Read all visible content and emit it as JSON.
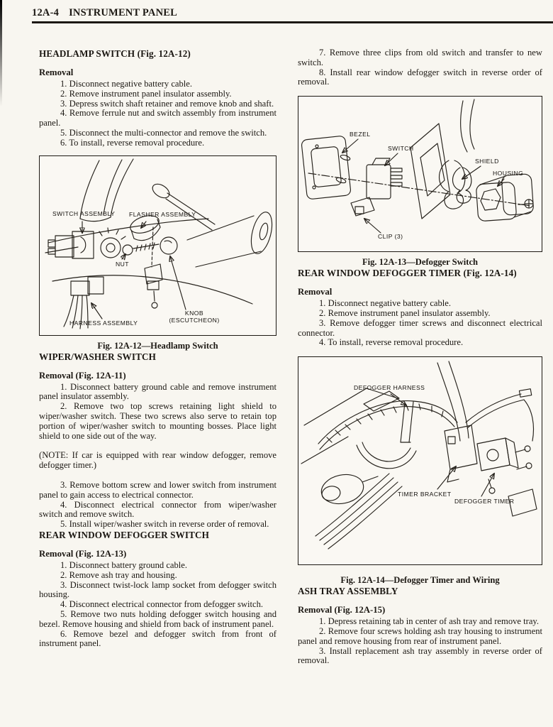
{
  "page": {
    "code": "12A-4",
    "title": "INSTRUMENT PANEL"
  },
  "left": {
    "headlamp": {
      "heading": "HEADLAMP SWITCH (Fig. 12A-12)",
      "removal_heading": "Removal",
      "steps": [
        "1. Disconnect negative battery cable.",
        "2. Remove instrument panel insulator assembly.",
        "3. Depress switch shaft retainer and remove knob and shaft.",
        "4. Remove ferrule nut and switch assembly from instrument panel.",
        "5. Disconnect the multi-connector and remove the switch.",
        "6. To install, reverse removal procedure."
      ]
    },
    "wiper": {
      "heading": "WIPER/WASHER SWITCH",
      "removal_heading": "Removal (Fig. 12A-11)",
      "steps_a": [
        "1. Disconnect battery ground cable and remove instrument panel insulator assembly.",
        "2. Remove two top screws retaining light shield to wiper/washer switch. These two screws also serve to retain top portion of wiper/washer switch to mounting bosses. Place light shield to one side out of the way."
      ],
      "note": "(NOTE: If car is equipped with rear window defogger, remove defogger timer.)",
      "steps_b": [
        "3. Remove bottom screw and lower switch from instrument panel to gain access to electrical connector.",
        "4. Disconnect electrical connector from wiper/washer switch and remove switch.",
        "5. Install wiper/washer switch in reverse order of removal."
      ]
    },
    "defogger_switch": {
      "heading": "REAR WINDOW DEFOGGER SWITCH",
      "removal_heading": "Removal (Fig. 12A-13)",
      "steps": [
        "1. Disconnect battery ground cable.",
        "2. Remove ash tray and housing.",
        "3. Disconnect twist-lock lamp socket from defogger switch housing.",
        "4. Disconnect electrical connector from defogger switch.",
        "5. Remove two nuts holding defogger switch housing and bezel. Remove housing and shield from back of instrument panel.",
        "6. Remove bezel and defogger switch from front of instrument panel."
      ]
    }
  },
  "right": {
    "defogger_switch_cont": {
      "steps": [
        "7. Remove three clips from old switch and transfer to new switch.",
        "8. Install rear window defogger switch in reverse order of removal."
      ]
    },
    "defogger_timer": {
      "heading": "REAR WINDOW DEFOGGER TIMER (Fig. 12A-14)",
      "removal_heading": "Removal",
      "steps": [
        "1. Disconnect negative battery cable.",
        "2. Remove instrument panel insulator assembly.",
        "3. Remove defogger timer screws and disconnect electrical connector.",
        "4. To install, reverse removal procedure."
      ]
    },
    "ashtray": {
      "heading": "ASH TRAY ASSEMBLY",
      "removal_heading": "Removal (Fig. 12A-15)",
      "steps": [
        "1. Depress retaining tab in center of ash tray and remove tray.",
        "2. Remove four screws holding ash tray housing to instrument panel and remove housing from rear of instrument panel.",
        "3. Install replacement ash tray assembly in reverse order of removal."
      ]
    }
  },
  "figures": {
    "fig12": {
      "caption": "Fig. 12A-12—Headlamp Switch",
      "labels": {
        "switch_assembly": "SWITCH ASSEMBLY",
        "flasher_assembly": "FLASHER ASSEMBLY",
        "nut": "NUT",
        "harness_assembly": "HARNESS ASSEMBLY",
        "knob_line1": "KNOB",
        "knob_line2": "(ESCUTCHEON)"
      }
    },
    "fig13": {
      "caption": "Fig. 12A-13—Defogger Switch",
      "labels": {
        "bezel": "BEZEL",
        "switch": "SWITCH",
        "shield": "SHIELD",
        "housing": "HOUSING",
        "clip": "CLIP (3)"
      }
    },
    "fig14": {
      "caption": "Fig. 12A-14—Defogger Timer and Wiring",
      "labels": {
        "harness": "DEFOGGER HARNESS",
        "bracket": "TIMER BRACKET",
        "timer": "DEFOGGER TIMER"
      }
    }
  }
}
